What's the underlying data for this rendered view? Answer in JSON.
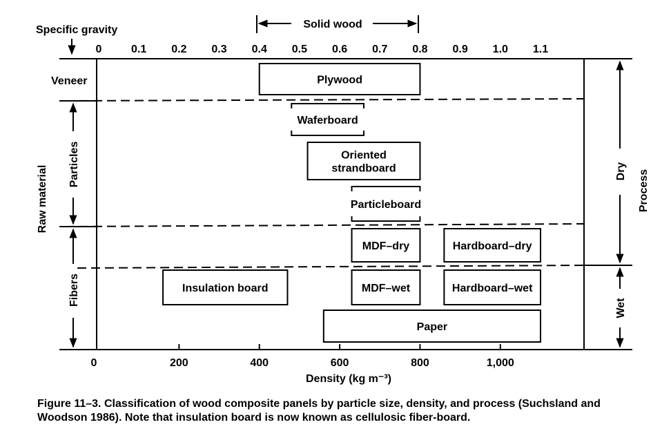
{
  "axes": {
    "top_label": "Specific gravity",
    "top_ticks": [
      "0",
      "0.1",
      "0.2",
      "0.3",
      "0.4",
      "0.5",
      "0.6",
      "0.7",
      "0.8",
      "0.9",
      "1.0",
      "1.1"
    ],
    "bottom_label": "Density (kg m⁻³)",
    "bottom_ticks": [
      "0",
      "200",
      "400",
      "600",
      "800",
      "1,000"
    ],
    "solid_wood_label": "Solid wood",
    "solid_wood_range": [
      0.4,
      0.8
    ]
  },
  "left": {
    "axis_label": "Raw material",
    "veneer": "Veneer",
    "particles": "Particles",
    "fibers": "Fibers"
  },
  "right": {
    "axis_label": "Process",
    "dry": "Dry",
    "wet": "Wet"
  },
  "panels": [
    {
      "id": "plywood",
      "lines": [
        "Plywood"
      ],
      "range": [
        0.4,
        0.8
      ],
      "style": "box"
    },
    {
      "id": "waferboard",
      "lines": [
        "Waferboard"
      ],
      "range": [
        0.48,
        0.66
      ],
      "style": "bracket"
    },
    {
      "id": "osb",
      "lines": [
        "Oriented",
        "strandboard"
      ],
      "range": [
        0.52,
        0.8
      ],
      "style": "box"
    },
    {
      "id": "particleboard",
      "lines": [
        "Particleboard"
      ],
      "range": [
        0.63,
        0.8
      ],
      "style": "bracket"
    },
    {
      "id": "mdf-dry",
      "lines": [
        "MDF–dry"
      ],
      "range": [
        0.63,
        0.8
      ],
      "style": "box"
    },
    {
      "id": "hardboard-dry",
      "lines": [
        "Hardboard–dry"
      ],
      "range": [
        0.86,
        1.1
      ],
      "style": "box"
    },
    {
      "id": "insulation-board",
      "lines": [
        "Insulation board"
      ],
      "range": [
        0.16,
        0.47
      ],
      "style": "box"
    },
    {
      "id": "mdf-wet",
      "lines": [
        "MDF–wet"
      ],
      "range": [
        0.63,
        0.8
      ],
      "style": "box"
    },
    {
      "id": "hardboard-wet",
      "lines": [
        "Hardboard–wet"
      ],
      "range": [
        0.86,
        1.1
      ],
      "style": "box"
    },
    {
      "id": "paper",
      "lines": [
        "Paper"
      ],
      "range": [
        0.56,
        1.1
      ],
      "style": "box"
    }
  ],
  "caption": "Figure 11–3. Classification of wood composite panels by particle size, density, and process (Suchsland and Woodson 1986). Note that insulation board is now known as cellulosic fiber-board."
}
